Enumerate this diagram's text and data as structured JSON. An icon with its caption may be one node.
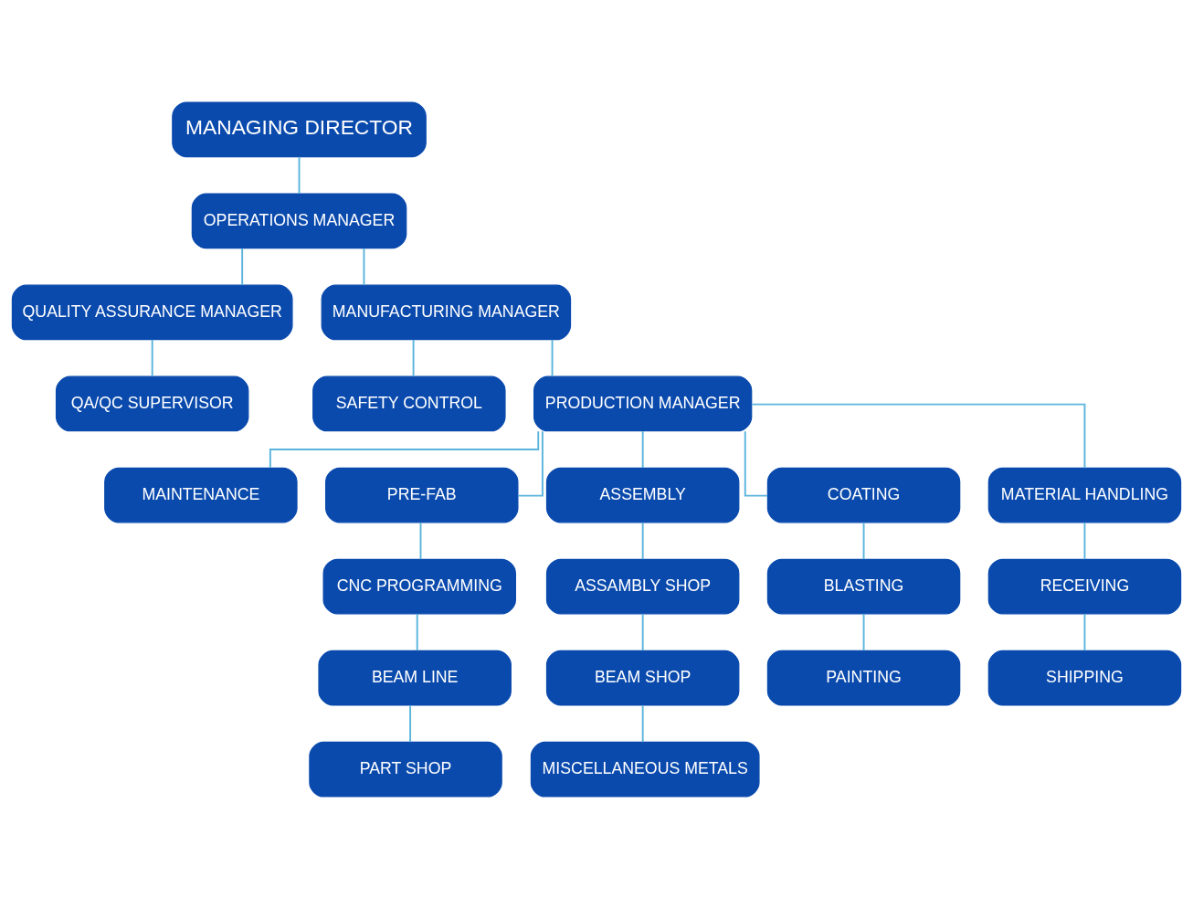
{
  "diagram": {
    "nodes": [
      {
        "text": [
          "MANAGING DIRECTOR"
        ]
      },
      {
        "text": [
          "OPERATIONS MANAGER"
        ]
      },
      {
        "text": [
          "QUALITY ASSURANCE MANAGER"
        ]
      },
      {
        "text": [
          "MANUFACTURING MANAGER"
        ]
      },
      {
        "text": [
          "QA/QC SUPERVISOR"
        ]
      },
      {
        "text": [
          "SAFETY CONTROL"
        ]
      },
      {
        "text": [
          "PRODUCTION MANAGER"
        ]
      },
      {
        "text": [
          "MAINTENANCE"
        ]
      },
      {
        "text": [
          "PRE-FAB"
        ]
      },
      {
        "text": [
          "ASSEMBLY"
        ]
      },
      {
        "text": [
          "COATING"
        ]
      },
      {
        "text": [
          "MATERIAL HANDLING"
        ]
      },
      {
        "text": [
          "CNC PROGRAMMING"
        ]
      },
      {
        "text": [
          "ASSAMBLY SHOP"
        ]
      },
      {
        "text": [
          "BLASTING"
        ]
      },
      {
        "text": [
          "RECEIVING"
        ]
      },
      {
        "text": [
          "BEAM LINE"
        ]
      },
      {
        "text": [
          "BEAM SHOP"
        ]
      },
      {
        "text": [
          "PAINTING"
        ]
      },
      {
        "text": [
          "SHIPPING"
        ]
      },
      {
        "text": [
          "PART SHOP"
        ]
      },
      {
        "text": [
          "MISCELLANEOUS METALS"
        ]
      }
    ],
    "edges": [
      {
        "from": 0,
        "to": 1,
        "arrow": "none"
      },
      {
        "from": 1,
        "to": 2,
        "arrow": "none"
      },
      {
        "from": 1,
        "to": 3,
        "arrow": "none"
      },
      {
        "from": 2,
        "to": 4,
        "arrow": "none"
      },
      {
        "from": 3,
        "to": 5,
        "arrow": "none"
      },
      {
        "from": 3,
        "to": 6,
        "arrow": "none"
      },
      {
        "from": 6,
        "to": 7,
        "arrow": "none"
      },
      {
        "from": 6,
        "to": 8,
        "arrow": "none"
      },
      {
        "from": 6,
        "to": 9,
        "arrow": "none"
      },
      {
        "from": 6,
        "to": 10,
        "arrow": "none"
      },
      {
        "from": 6,
        "to": 11,
        "arrow": "none"
      },
      {
        "from": 8,
        "to": 12,
        "arrow": "none"
      },
      {
        "from": 12,
        "to": 16,
        "arrow": "none"
      },
      {
        "from": 16,
        "to": 20,
        "arrow": "none"
      },
      {
        "from": 9,
        "to": 13,
        "arrow": "none"
      },
      {
        "from": 13,
        "to": 17,
        "arrow": "none"
      },
      {
        "from": 17,
        "to": 21,
        "arrow": "none"
      },
      {
        "from": 10,
        "to": 14,
        "arrow": "none"
      },
      {
        "from": 14,
        "to": 18,
        "arrow": "none"
      },
      {
        "from": 11,
        "to": 15,
        "arrow": "none"
      },
      {
        "from": 15,
        "to": 19,
        "arrow": "none"
      }
    ]
  }
}
